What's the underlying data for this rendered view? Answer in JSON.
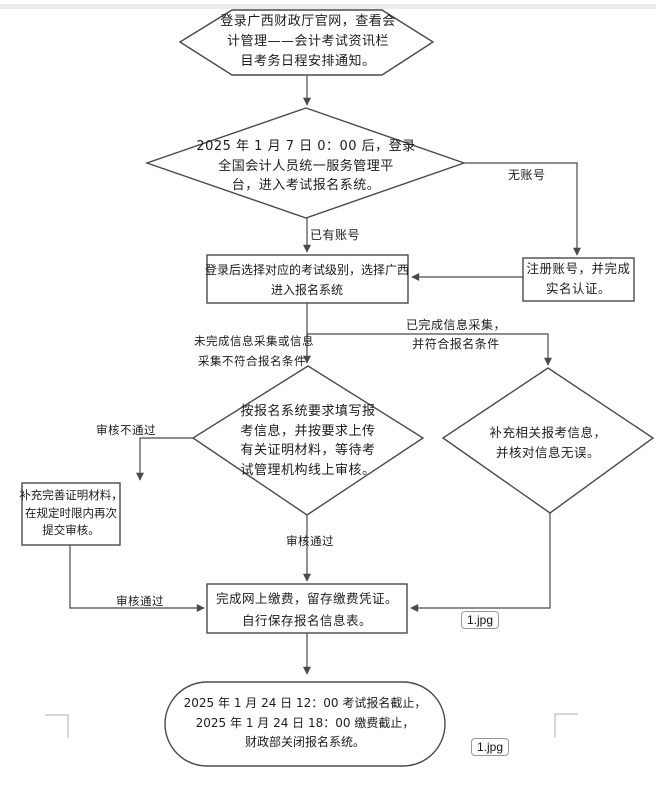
{
  "colors": {
    "line_color": "#4a4a4a",
    "text_color": "#1c1c1c",
    "top_band": "#ededed",
    "badge_border": "#989898",
    "corner_mark": "#c9c9c9"
  },
  "flow": {
    "start": {
      "l1": "登录广西财政厅官网，查看会",
      "l2": "计管理——会计考试资讯栏",
      "l3": "目考务日程安排通知。"
    },
    "check_login": {
      "l1": "2025 年 1 月 7 日 0：00 后，登录",
      "l2": "全国会计人员统一服务管理平",
      "l3": "台，进入考试报名系统。"
    },
    "register": {
      "l1": "注册账号，并完成",
      "l2": "实名认证。"
    },
    "select_level": {
      "l1": "登录后选择对应的考试级别，选择广西",
      "l2": "进入报名系统"
    },
    "fill_form": {
      "l1": "按报名系统要求填写报",
      "l2": "考信息，并按要求上传",
      "l3": "有关证明材料，等待考",
      "l4": "试管理机构线上审核。"
    },
    "verify_info": {
      "l1": "补充相关报考信息，",
      "l2": "并核对信息无误。"
    },
    "resubmit": {
      "l1": "补充完善证明材料，",
      "l2": "在规定时限内再次",
      "l3": "提交审核。"
    },
    "pay": {
      "l1": "完成网上缴费，留存缴费凭证。",
      "l2": "自行保存报名信息表。"
    },
    "end": {
      "l1": "2025 年 1 月 24 日 12：00 考试报名截止，",
      "l2": "2025 年 1 月 24 日 18：00 缴费截止，",
      "l3": "财政部关闭报名系统。"
    }
  },
  "labels": {
    "no_account": "无账号",
    "has_account": "已有账号",
    "not_collected_1": "未完成信息采集或信息",
    "not_collected_2": "采集不符合报名条件",
    "collected_1": "已完成信息采集，",
    "collected_2": "并符合报名条件",
    "review_fail": "审核不通过",
    "review_pass_mid": "审核通过",
    "review_pass_left": "审核通过"
  },
  "badges": {
    "image_tag_top": "1.jpg",
    "image_tag_bottom": "1.jpg"
  }
}
